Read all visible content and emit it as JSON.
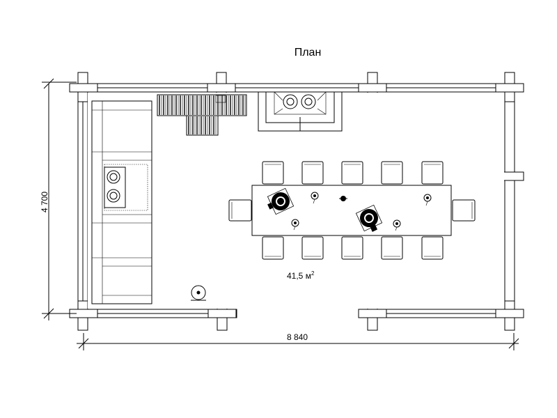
{
  "title": "План",
  "area": {
    "value": "41,5 м",
    "unit_sup": "2"
  },
  "dimensions": {
    "width": "8 840",
    "height": "4 700"
  },
  "colors": {
    "line": "#000000",
    "background": "#ffffff"
  }
}
